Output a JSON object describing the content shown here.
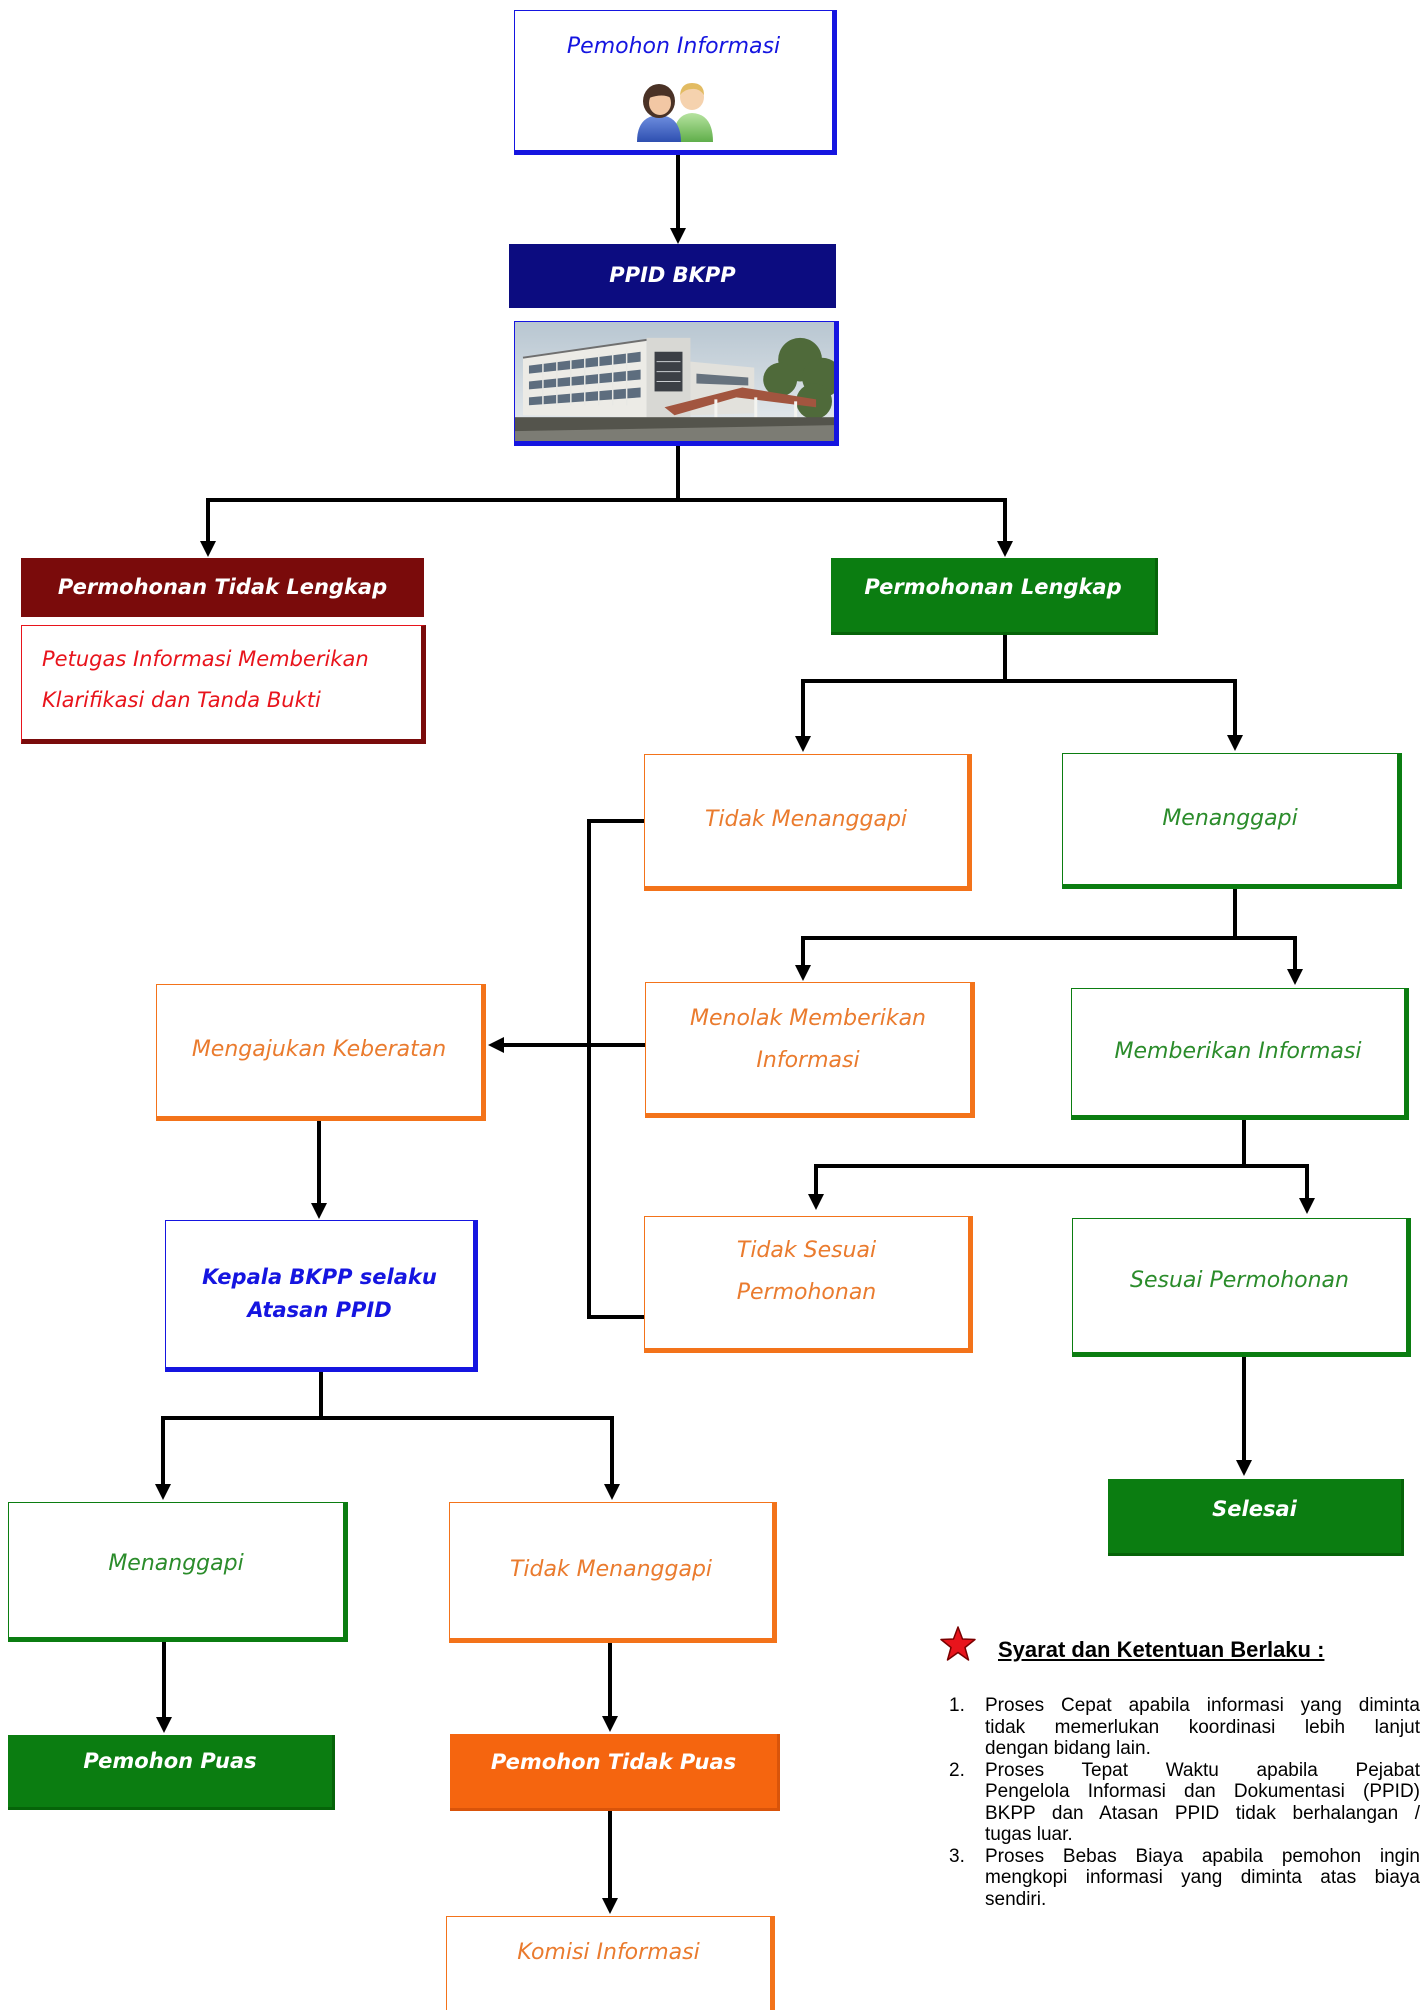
{
  "diagram": {
    "requester": {
      "label": "Pemohon Informasi",
      "icon": "people-icon"
    },
    "ppid": {
      "label": "PPID BKPP"
    },
    "incomplete": {
      "label": "Permohonan Tidak Lengkap",
      "note_lines": [
        "Petugas Informasi Memberikan",
        "Klarifikasi dan Tanda Bukti"
      ]
    },
    "complete": {
      "label": "Permohonan Lengkap"
    },
    "no_response": {
      "label": "Tidak Menanggapi"
    },
    "response": {
      "label": "Menanggapi"
    },
    "refuse": {
      "lines": [
        "Menolak Memberikan",
        "Informasi"
      ]
    },
    "provide": {
      "label": "Memberikan Informasi"
    },
    "not_match": {
      "lines": [
        "Tidak Sesuai",
        "Permohonan"
      ]
    },
    "match": {
      "label": "Sesuai Permohonan"
    },
    "done": {
      "label": "Selesai"
    },
    "objection": {
      "label": "Mengajukan Keberatan"
    },
    "superior": {
      "lines": [
        "Kepala BKPP selaku",
        "Atasan PPID"
      ]
    },
    "superior_response": {
      "label": "Menanggapi"
    },
    "superior_no_response": {
      "label": "Tidak Menanggapi"
    },
    "satisfied": {
      "label": "Pemohon Puas"
    },
    "not_satisfied": {
      "label": "Pemohon Tidak Puas"
    },
    "commission": {
      "label": "Komisi Informasi"
    }
  },
  "terms": {
    "icon": "star-icon",
    "title": "Syarat dan Ketentuan Berlaku :",
    "items": [
      {
        "number": "1.",
        "lines": [
          "Proses Cepat apabila informasi yang diminta",
          "tidak memerlukan koordinasi lebih lanjut",
          "dengan bidang lain."
        ]
      },
      {
        "number": "2.",
        "lines": [
          "Proses Tepat Waktu apabila Pejabat",
          "Pengelola Informasi dan Dokumentasi (PPID)",
          "BKPP dan Atasan PPID tidak berhalangan /",
          "tugas luar."
        ]
      },
      {
        "number": "3.",
        "lines": [
          "Proses Bebas Biaya apabila pemohon ingin",
          "mengkopi informasi yang diminta atas biaya",
          "sendiri."
        ]
      }
    ]
  },
  "colors": {
    "navy": "#0c0c80",
    "dark_red": "#7a0b0b",
    "green": "#0b7d11",
    "green_text": "#2b8c2b",
    "orange": "#f3731a",
    "orange_text": "#ea7b2e",
    "orange_fill": "#f5650f",
    "blue": "#1515e0",
    "red_text": "#e8141c"
  }
}
